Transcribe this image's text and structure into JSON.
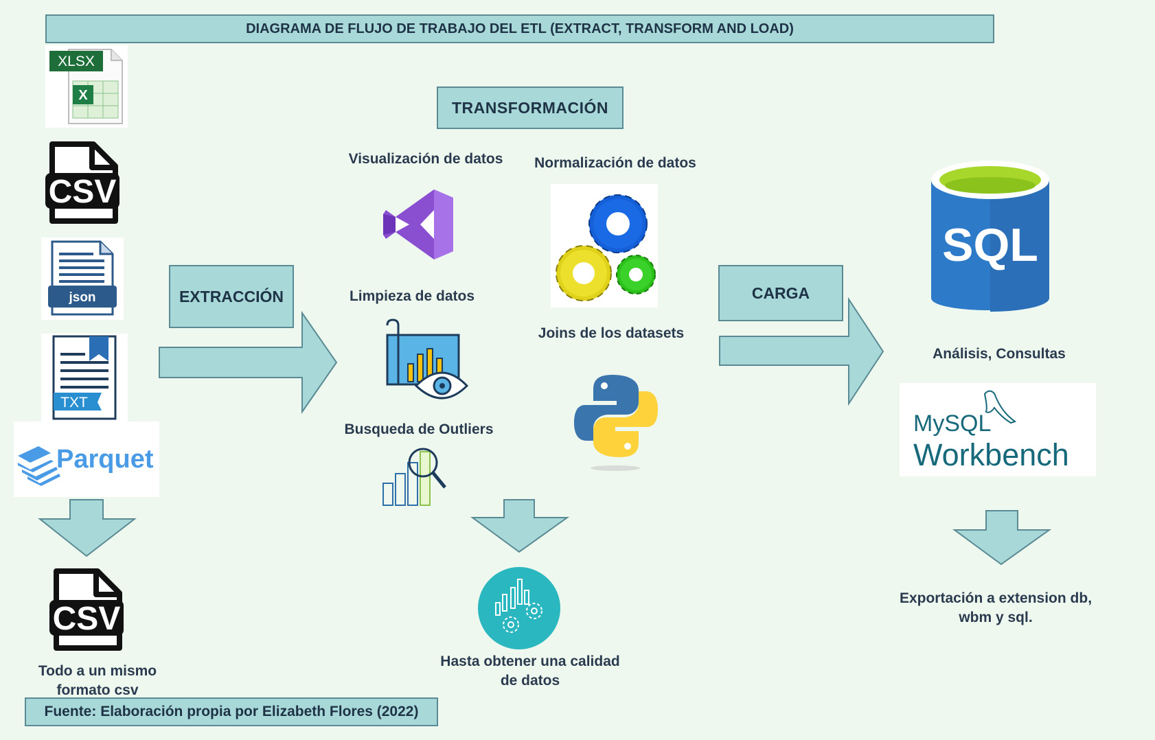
{
  "title": "DIAGRAMA DE FLUJO DE TRABAJO DEL ETL (EXTRACT, TRANSFORM AND LOAD)",
  "stages": {
    "extraction": "EXTRACCIÓN",
    "transformation": "TRANSFORMACIÓN",
    "load": "CARGA"
  },
  "sources": {
    "xlsx": "XLSX",
    "csv": "CSV",
    "json": "json",
    "txt": "TXT",
    "parquet": "Parquet"
  },
  "left_result": {
    "csv": "CSV",
    "line1": "Todo a un mismo",
    "line2": "formato csv"
  },
  "transform_labels": {
    "visualization": "Visualización de datos",
    "cleaning": "Limpieza de datos",
    "outliers": "Busqueda de Outliers",
    "normalization": "Normalización de datos",
    "joins": "Joins de los datasets"
  },
  "middle_result": {
    "line1": "Hasta obtener una calidad",
    "line2": "de datos"
  },
  "load_side": {
    "sql": "SQL",
    "analysis": "Análisis, Consultas",
    "mysql": "MySQL",
    "workbench": "Workbench",
    "export_line1": "Exportación a extension db,",
    "export_line2": "wbm y sql."
  },
  "source_note": "Fuente: Elaboración propia por Elizabeth Flores (2022)",
  "colors": {
    "background": "#eef8ee",
    "box_fill": "#a8d8d8",
    "box_border": "#5a8a94",
    "arrow_fill": "#a8d8d8",
    "excel_green": "#1e6e3a",
    "json_blue": "#2c5a8a",
    "parquet_blue": "#4a9be6",
    "vs_purple": "#8a4fd1",
    "sql_blue": "#2c7ac8",
    "sql_top": "#a6d72a",
    "mysql_teal": "#16697a",
    "teal_circle": "#2bb7c0"
  },
  "icons": [
    "xlsx-file-icon",
    "csv-file-icon",
    "json-file-icon",
    "txt-file-icon",
    "parquet-logo",
    "visual-studio-icon",
    "chart-eye-icon",
    "outlier-chart-icon",
    "gears-icon",
    "python-icon",
    "data-gears-icon",
    "sql-database-icon",
    "mysql-workbench-logo"
  ]
}
